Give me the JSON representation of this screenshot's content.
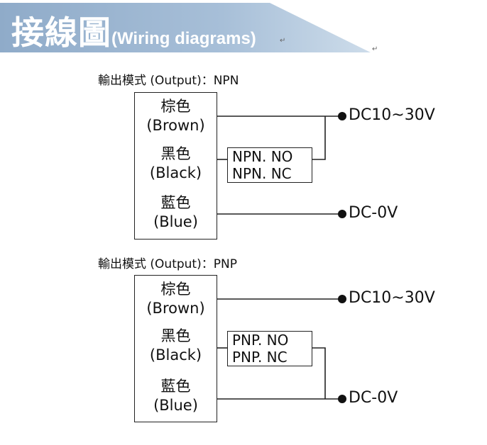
{
  "header": {
    "title_cjk": "接線圖",
    "title_en": "(Wiring diagrams)"
  },
  "colors": {
    "banner": "#9fb8d3",
    "banner_light": "#c9d8e8",
    "line": "#222222"
  },
  "diagrams": [
    {
      "label": "輸出模式 (Output)：NPN",
      "wires": [
        {
          "cn": "棕色",
          "en": "(Brown)"
        },
        {
          "cn": "黑色",
          "en": "(Black)"
        },
        {
          "cn": "藍色",
          "en": "(Blue)"
        }
      ],
      "modes": [
        "NPN. NO",
        "NPN. NC"
      ],
      "terminals": [
        "DC10~30V",
        "DC-0V"
      ]
    },
    {
      "label": "輸出模式 (Output)：PNP",
      "wires": [
        {
          "cn": "棕色",
          "en": "(Brown)"
        },
        {
          "cn": "黑色",
          "en": "(Black)"
        },
        {
          "cn": "藍色",
          "en": "(Blue)"
        }
      ],
      "modes": [
        "PNP. NO",
        "PNP. NC"
      ],
      "terminals": [
        "DC10~30V",
        "DC-0V"
      ]
    }
  ]
}
